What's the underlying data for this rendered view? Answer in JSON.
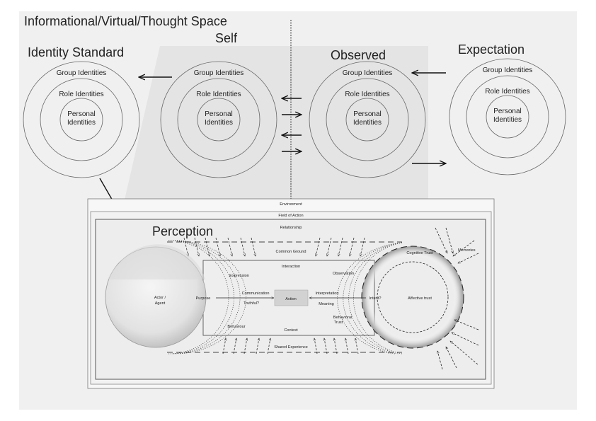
{
  "headings": {
    "space": "Informational/Virtual/Thought Space",
    "identity_standard": "Identity Standard",
    "self": "Self",
    "observed": "Observed",
    "expectation": "Expectation",
    "perception": "Perception"
  },
  "identity_circles": {
    "group": "Group Identities",
    "role": "Role Identities",
    "personal_line1": "Personal",
    "personal_line2": "Identities"
  },
  "frames": {
    "environment": "Environment",
    "field_of_action": "Field of Action",
    "relationship": "Relationship"
  },
  "model": {
    "common_ground": "Common Ground",
    "interaction": "Interaction",
    "expression": "Expression",
    "observation": "Observation",
    "actor_line1": "Actor /",
    "actor_line2": "Agent",
    "purpose": "Purpose",
    "communication": "Communication",
    "truthful": "Truthful?",
    "action": "Action",
    "interpretation": "Interpretation",
    "meaning": "Meaning",
    "intent": "Intent?",
    "cognitive_trust": "Cognitive Trust",
    "memories": "Memories",
    "affective_trust": "Affective trust",
    "behaviour": "Behaviour",
    "behavioral_trust_line1": "Behavioral",
    "behavioral_trust_line2": "Trust",
    "context": "Context",
    "shared_experience": "Shared Experience"
  }
}
